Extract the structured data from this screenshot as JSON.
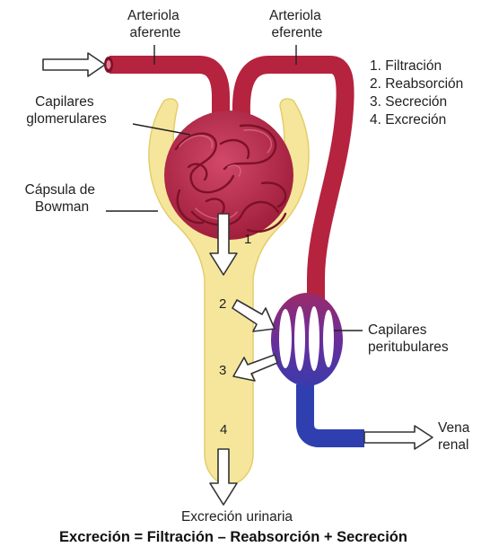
{
  "labels": {
    "afferent_l1": "Arteriola",
    "afferent_l2": "aferente",
    "efferent_l1": "Arteriola",
    "efferent_l2": "eferente",
    "glom_l1": "Capilares",
    "glom_l2": "glomerulares",
    "bowman_l1": "Cápsula de",
    "bowman_l2": "Bowman",
    "peri_l1": "Capilares",
    "peri_l2": "peritubulares",
    "vein_l1": "Vena",
    "vein_l2": "renal",
    "urine": "Excreción urinaria"
  },
  "process_list": [
    "1. Filtración",
    "2. Reabsorción",
    "3. Secreción",
    "4. Excreción"
  ],
  "step_numbers": [
    "1",
    "2",
    "3",
    "4"
  ],
  "equation": "Excreción = Filtración – Reabsorción + Secreción",
  "colors": {
    "artery": "#b5233f",
    "artery_dark": "#7c1128",
    "capsule_fill": "#f6e69c",
    "capsule_edge": "#e3cd6a",
    "peritubular_purple": "#6a2f9a",
    "vein_blue": "#2f3fb0"
  }
}
